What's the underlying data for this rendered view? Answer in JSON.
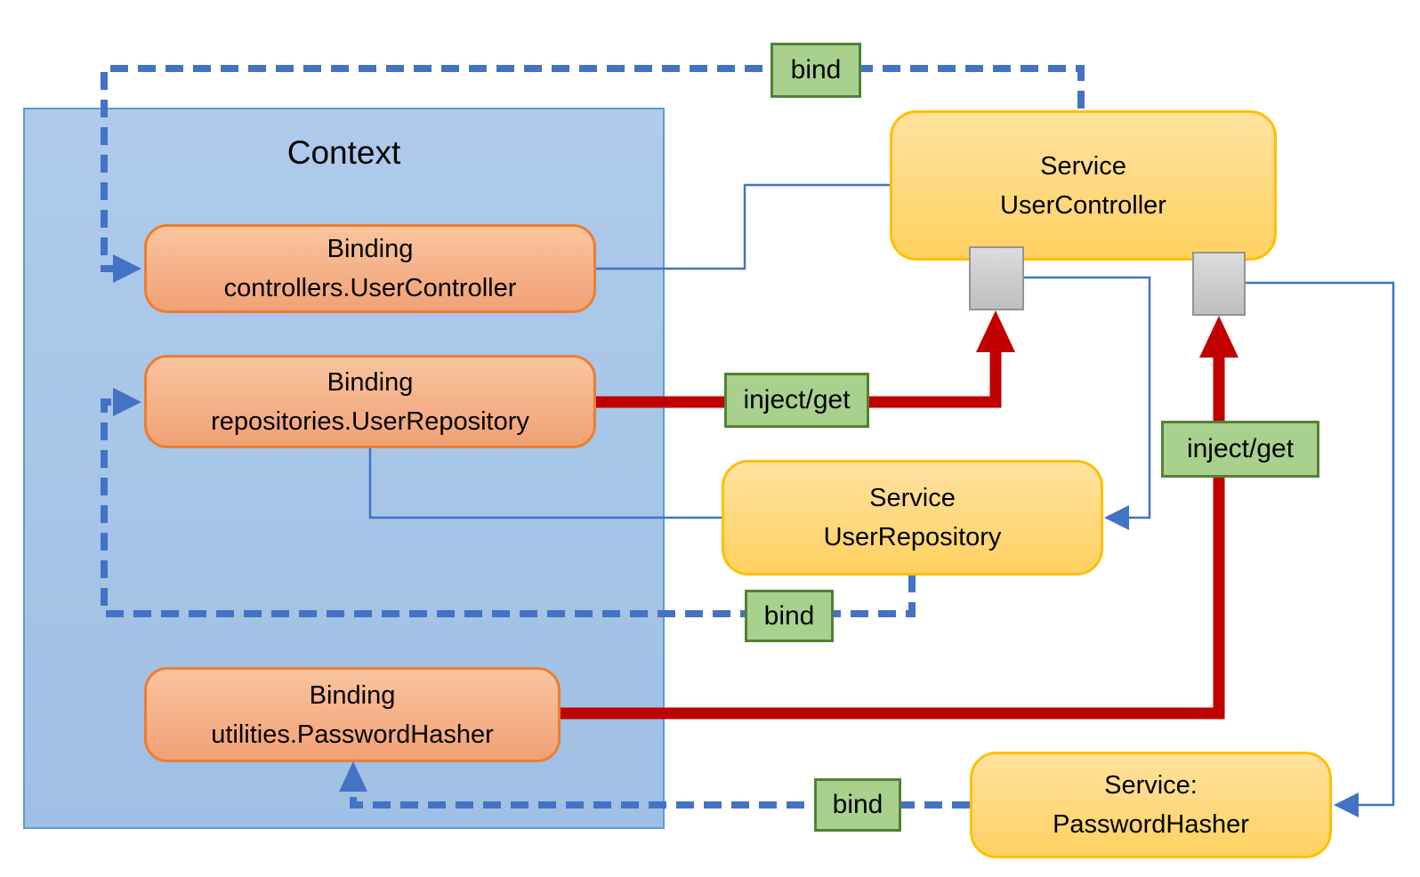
{
  "diagram": {
    "context": {
      "title": "Context"
    },
    "bindings": [
      {
        "title": "Binding",
        "key": "controllers.UserController"
      },
      {
        "title": "Binding",
        "key": "repositories.UserRepository"
      },
      {
        "title": "Binding",
        "key": "utilities.PasswordHasher"
      }
    ],
    "services": [
      {
        "title": "Service",
        "name": "UserController"
      },
      {
        "title": "Service",
        "name": "UserRepository"
      },
      {
        "title": "Service:",
        "name": "PasswordHasher"
      }
    ],
    "labels": {
      "bind_top": "bind",
      "bind_middle": "bind",
      "bind_bottom": "bind",
      "inject_get_top": "inject/get",
      "inject_get_right": "inject/get"
    },
    "colors": {
      "context_fill": "#A9C8EA",
      "context_border": "#5B9BD5",
      "binding_fill": "#F5AC80",
      "binding_border": "#ED7D31",
      "service_fill": "#FFD978",
      "service_border": "#FFC000",
      "label_fill": "#A9D18E",
      "label_border": "#538135",
      "slot_fill": "#CFCFCF",
      "slot_border": "#949494",
      "wire_blue": "#4472C4",
      "wire_red": "#C00000",
      "text": "#000000"
    }
  }
}
